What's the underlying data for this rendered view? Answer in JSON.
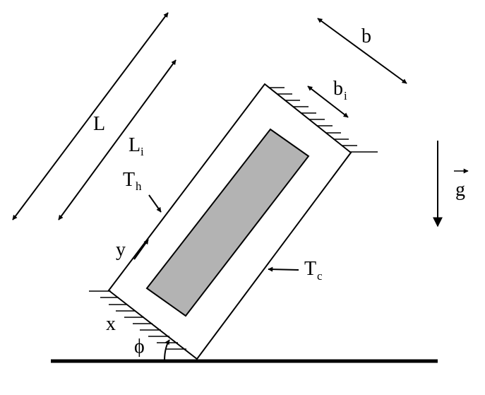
{
  "labels": {
    "L": "L",
    "L_i_main": "L",
    "L_i_sub": "i",
    "b": "b",
    "b_i_main": "b",
    "b_i_sub": "i",
    "T_h_main": "T",
    "T_h_sub": "h",
    "T_c_main": "T",
    "T_c_sub": "c",
    "y": "y",
    "x": "x",
    "phi": "ϕ",
    "g": "g"
  },
  "colors": {
    "line": "#000000",
    "background": "#ffffff",
    "inner_fill": "#b3b3b3"
  }
}
